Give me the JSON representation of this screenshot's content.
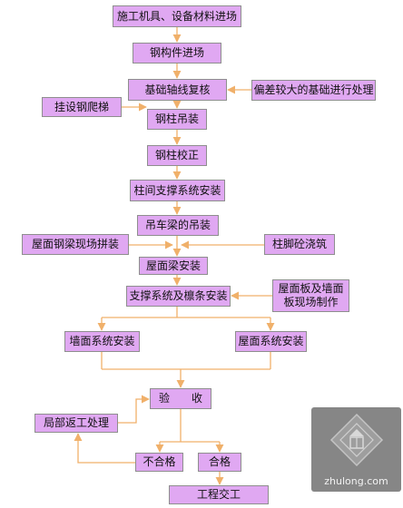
{
  "flowchart": {
    "steps": {
      "equipment_entry": "施工机具、设备材料进场",
      "steel_member_entry": "钢构件进场",
      "foundation_axis_check": "基础轴线复核",
      "deviation_treatment": "偏差较大的基础进行处理",
      "hang_ladder": "挂设钢爬梯",
      "column_lifting": "钢柱吊装",
      "column_correction": "钢柱校正",
      "column_bracing": "柱间支撑系统安装",
      "crane_beam_lifting": "吊车梁的吊装",
      "roof_beam_assembly": "屋面钢梁现场拼装",
      "column_foot_concrete": "柱脚砼浇筑",
      "roof_beam_install": "屋面梁安装",
      "bracing_purlin_install": "支撑系统及檩条安装",
      "panel_fabrication": "屋面板及墙面板现场制作",
      "wall_system_install": "墙面系统安装",
      "roof_system_install": "屋面系统安装",
      "acceptance": "验　　收",
      "local_rework": "局部返工处理",
      "unqualified": "不合格",
      "qualified": "合格",
      "handover": "工程交工"
    }
  },
  "watermark": {
    "text": "zhulong.com",
    "icon": "zhulong-logo-icon"
  },
  "colors": {
    "box_fill": "#e0a8f2",
    "box_border": "#8e8e8e",
    "arrow": "#f0b06a",
    "watermark_bg": "#868686"
  }
}
